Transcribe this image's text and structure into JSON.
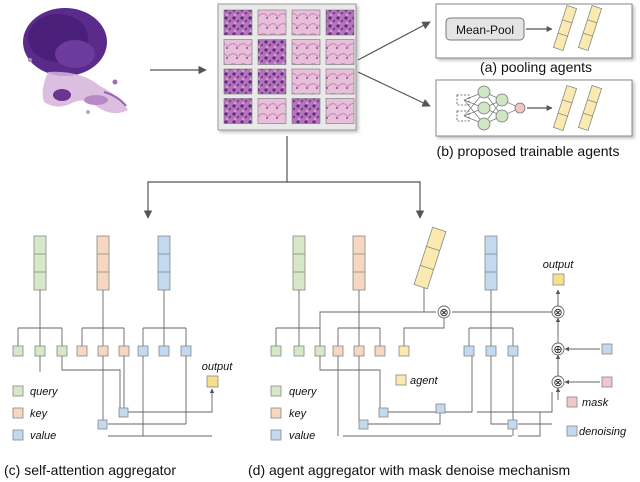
{
  "panels": {
    "pooling_caption": "(a) pooling agents",
    "trainable_caption": "(b) proposed trainable agents",
    "self_attention_caption": "(c) self-attention aggregator",
    "agent_caption": "(d)  agent aggregator with mask denoise mechanism"
  },
  "pooling_box": {
    "label": "Mean-Pool"
  },
  "legend": {
    "query": "query",
    "key": "key",
    "value": "value",
    "agent": "agent",
    "mask": "mask",
    "denoising": "denoising",
    "output": "output"
  },
  "operators": {
    "multiply": "⊗",
    "add": "⊕"
  },
  "colors": {
    "query": "#d6e8c8",
    "key": "#f6d7c1",
    "value": "#c3d9ef",
    "agent": "#fbeab0",
    "output": "#f7df8e",
    "mask": "#efc9cc",
    "line": "#555555",
    "tissue_dark": "#5a2d8a",
    "tissue_light": "#c9a3cf"
  }
}
